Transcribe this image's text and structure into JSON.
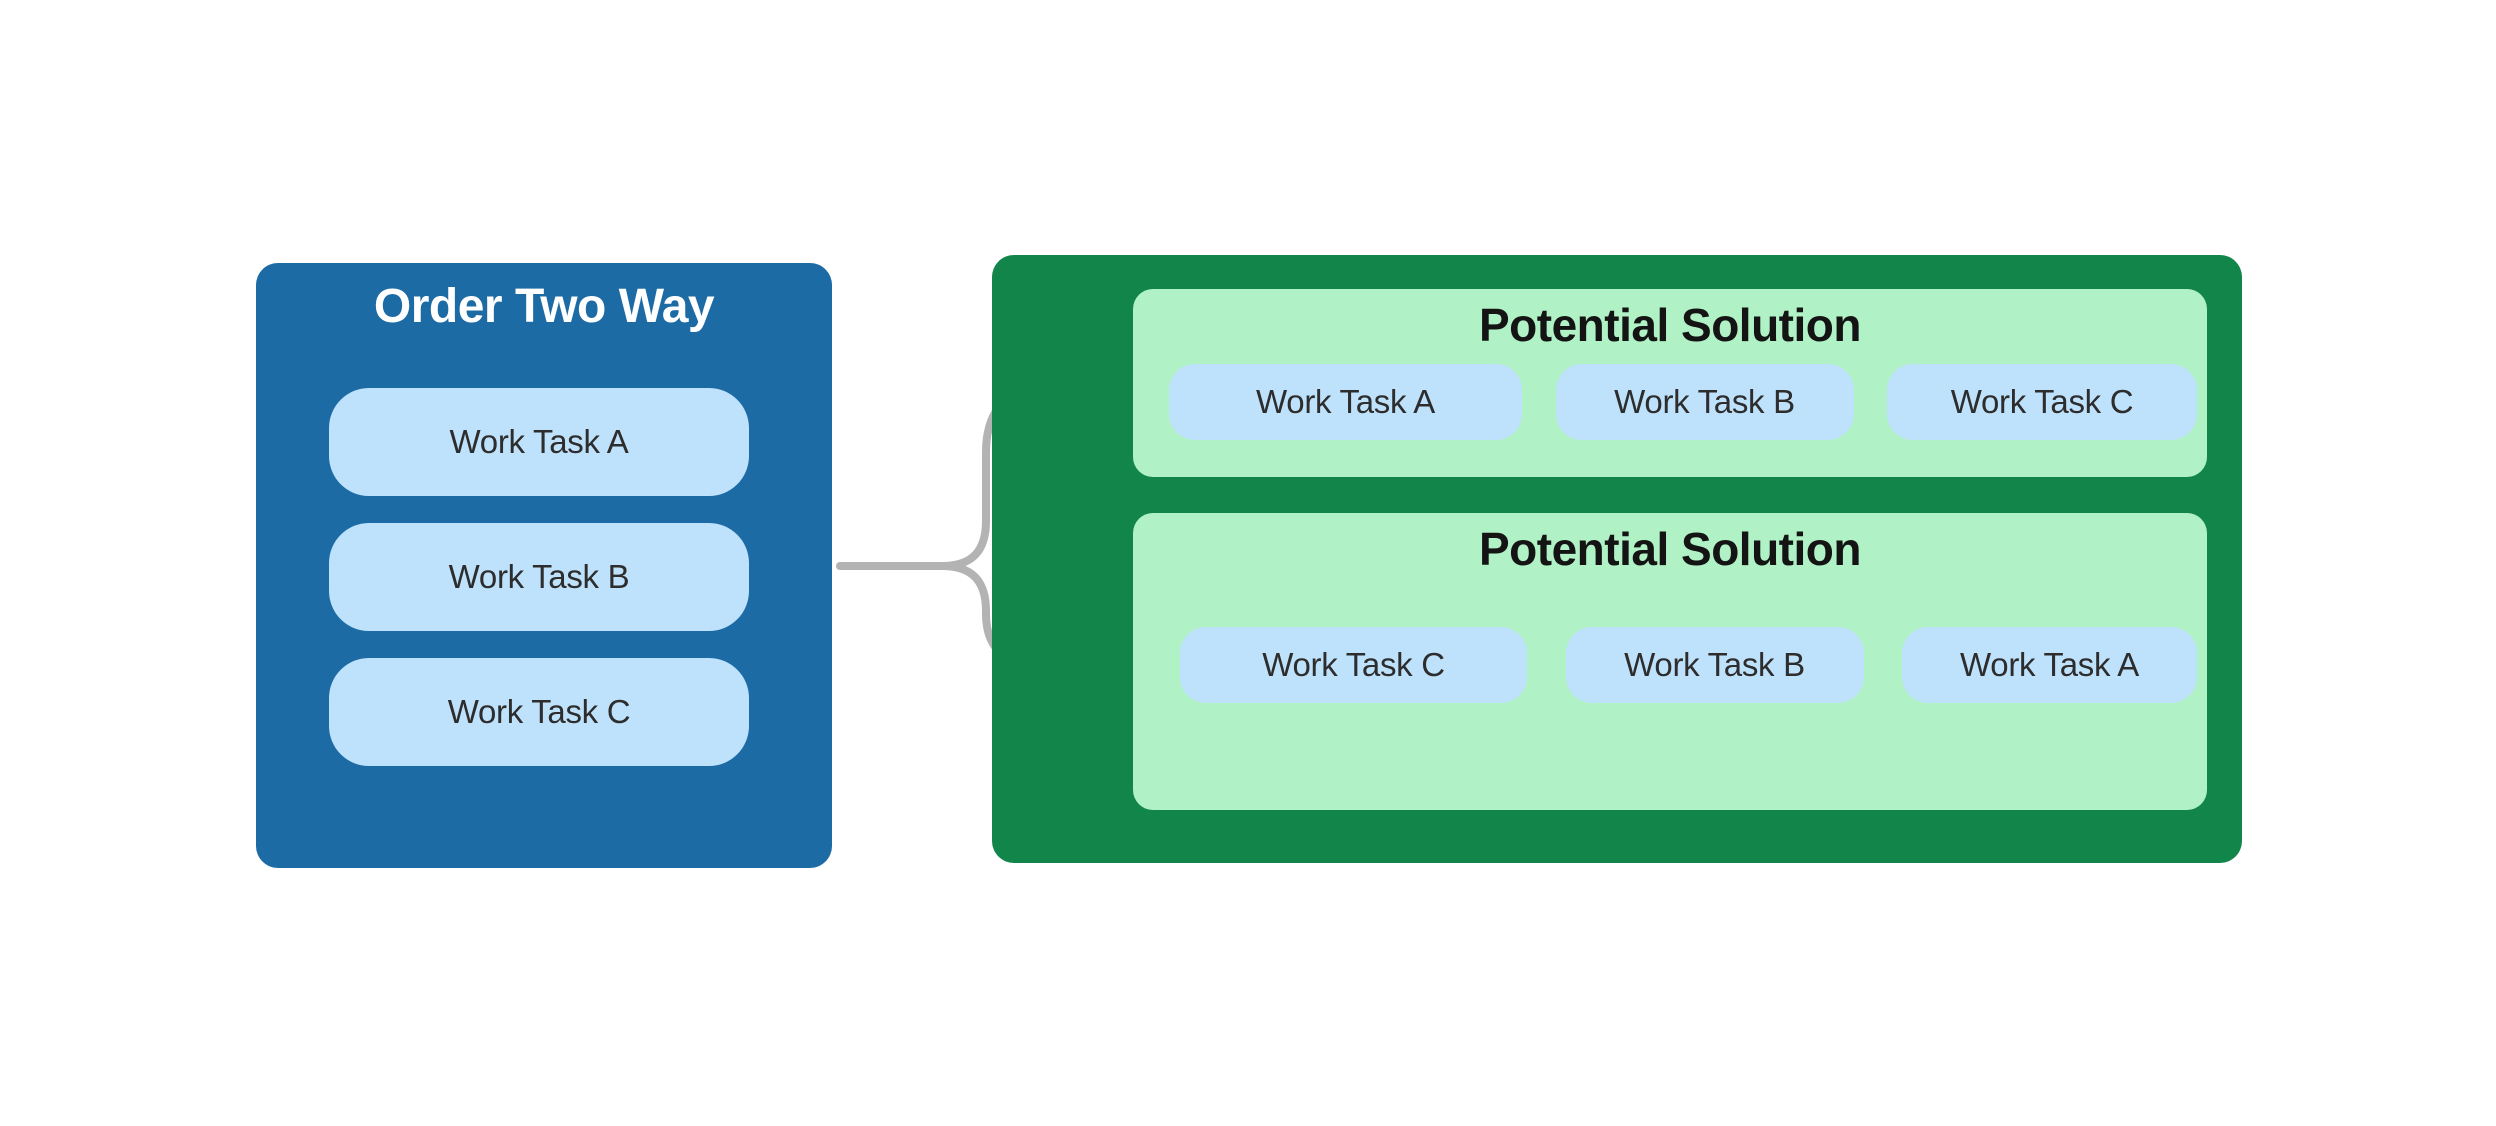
{
  "source": {
    "title": "Order Two Way",
    "tasks": [
      "Work Task A",
      "Work Task B",
      "Work Task C"
    ]
  },
  "solutions": [
    {
      "title": "Potential Solution",
      "tasks": [
        "Work Task A",
        "Work Task B",
        "Work Task C"
      ]
    },
    {
      "title": "Potential Solution",
      "tasks": [
        "Work Task C",
        "Work Task B",
        "Work Task A"
      ]
    }
  ],
  "colors": {
    "source_box_bg": "#1c6ba5",
    "source_title_text": "#ffffff",
    "task_pill_bg": "#bfe2fc",
    "task_pill_text": "#2d2d2d",
    "solutions_group_bg": "#12854a",
    "solution_box_bg": "#b0f1c5",
    "solution_title_text": "#141414",
    "arrow_stroke": "#b3b3b3",
    "page_bg": "#ffffff"
  },
  "icons": {
    "arrow_up_branch": "arrow-right-icon",
    "arrow_down_branch": "arrow-right-icon"
  }
}
